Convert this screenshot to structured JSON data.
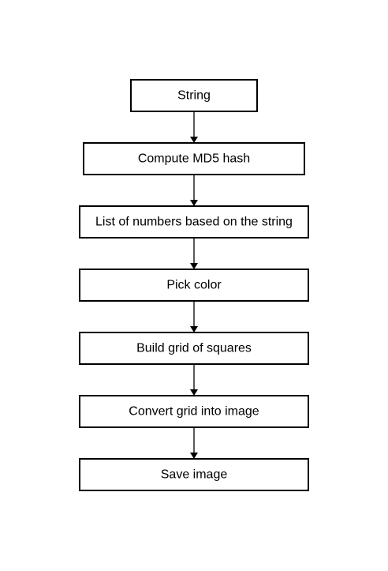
{
  "diagram": {
    "type": "flowchart",
    "direction": "top-to-bottom",
    "nodes": [
      {
        "id": "string",
        "label": "String"
      },
      {
        "id": "md5",
        "label": "Compute MD5 hash"
      },
      {
        "id": "numbers",
        "label": "List of numbers based on the string"
      },
      {
        "id": "color",
        "label": "Pick color"
      },
      {
        "id": "grid",
        "label": "Build grid of squares"
      },
      {
        "id": "convert",
        "label": "Convert grid into image"
      },
      {
        "id": "save",
        "label": "Save image"
      }
    ],
    "edges": [
      {
        "from": "string",
        "to": "md5"
      },
      {
        "from": "md5",
        "to": "numbers"
      },
      {
        "from": "numbers",
        "to": "color"
      },
      {
        "from": "color",
        "to": "grid"
      },
      {
        "from": "grid",
        "to": "convert"
      },
      {
        "from": "convert",
        "to": "save"
      }
    ],
    "colors": {
      "stroke": "#000000",
      "fill": "#ffffff",
      "text": "#000000"
    }
  }
}
